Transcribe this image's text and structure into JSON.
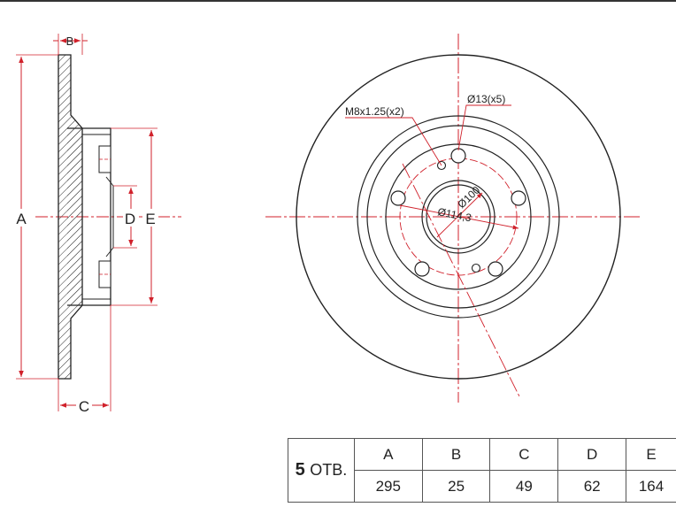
{
  "labels": {
    "A": "A",
    "B": "B",
    "C": "C",
    "D": "D",
    "E": "E",
    "thread_note": "M8x1.25(x2)",
    "bolt_hole_note": "Ø13(x5)",
    "pcd_note": "Ø114,3",
    "center_bore_note": "Ø100"
  },
  "table": {
    "holes_count": "5",
    "holes_unit": "ОТВ.",
    "headers": [
      "A",
      "B",
      "C",
      "D",
      "E"
    ],
    "values": [
      "295",
      "25",
      "49",
      "62",
      "164"
    ]
  },
  "colors": {
    "dimension": "#d0212b",
    "outline": "#222222"
  }
}
